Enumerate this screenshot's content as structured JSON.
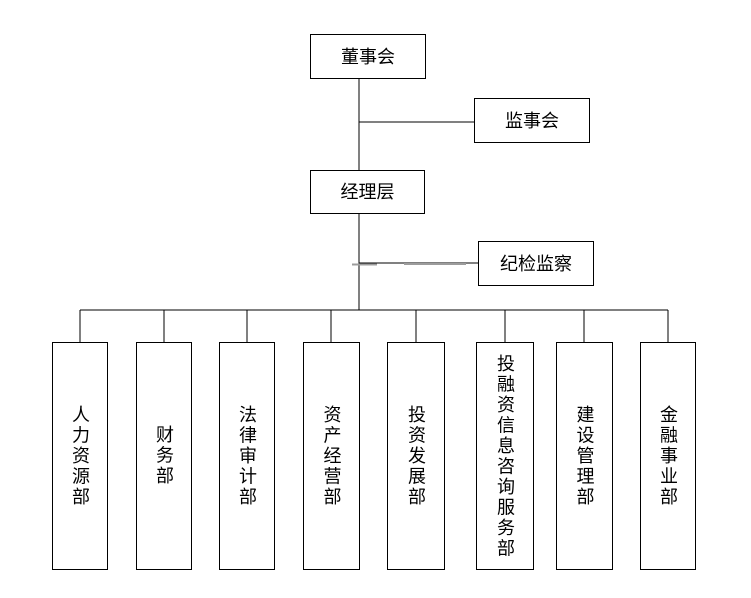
{
  "diagram": {
    "type": "org-chart",
    "background_color": "#ffffff",
    "line_color": "#000000",
    "gray_connector_color": "#9c9c9c",
    "nodes": {
      "board": {
        "label": "董事会"
      },
      "supervisory": {
        "label": "监事会"
      },
      "management": {
        "label": "经理层"
      },
      "discipline": {
        "label": "纪检监察"
      }
    },
    "departments": [
      {
        "label": "人力资源部"
      },
      {
        "label": "财务部"
      },
      {
        "label": "法律审计部"
      },
      {
        "label": "资产经营部"
      },
      {
        "label": "投资发展部"
      },
      {
        "label": "投融资信息咨询服务部"
      },
      {
        "label": "建设管理部"
      },
      {
        "label": "金融事业部"
      }
    ]
  }
}
